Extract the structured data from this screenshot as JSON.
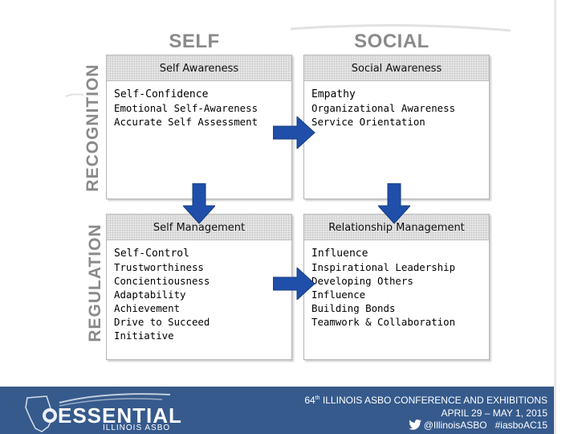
{
  "columns": {
    "self": "SELF",
    "social": "SOCIAL"
  },
  "rows": {
    "recognition": "RECOGNITION",
    "regulation": "REGULATION"
  },
  "quadrants": {
    "self_awareness": {
      "header": "Self Awareness",
      "lead": "Self-Confidence",
      "items": [
        "Emotional Self-Awareness",
        "Accurate Self Assessment"
      ]
    },
    "social_awareness": {
      "header": "Social Awareness",
      "lead": "Empathy",
      "items": [
        "Organizational Awareness",
        "Service Orientation"
      ]
    },
    "self_management": {
      "header": "Self Management",
      "lead": "Self-Control",
      "items": [
        "Trustworthiness",
        "Concientiousness",
        "Adaptability",
        "Achievement",
        "Drive to Succeed",
        "Initiative"
      ]
    },
    "relationship_management": {
      "header": "Relationship Management",
      "lead": "Influence",
      "items": [
        "Inspirational Leadership",
        "Developing Others",
        "Influence",
        "Building Bonds",
        "Teamwork & Collaboration"
      ]
    }
  },
  "footer": {
    "logo_word": "ESSENTIAL",
    "logo_sub": "ILLINOIS ASBO",
    "conference_number": "64",
    "conference_suffix": "th",
    "conference_title": "ILLINOIS ASBO CONFERENCE AND EXHIBITIONS",
    "dates": "APRIL 29 – MAY 1, 2015",
    "twitter_handle": "@IllinoisASBO",
    "hashtag": "#iasboAC15"
  },
  "colors": {
    "arrow_blue": "#1f4fa8",
    "footer_blue": "#365a8c",
    "heading_gray": "#8a8a8a"
  },
  "icons": [
    "arrow-right-icon",
    "arrow-down-icon",
    "twitter-bird-icon",
    "illinois-logo-icon"
  ]
}
